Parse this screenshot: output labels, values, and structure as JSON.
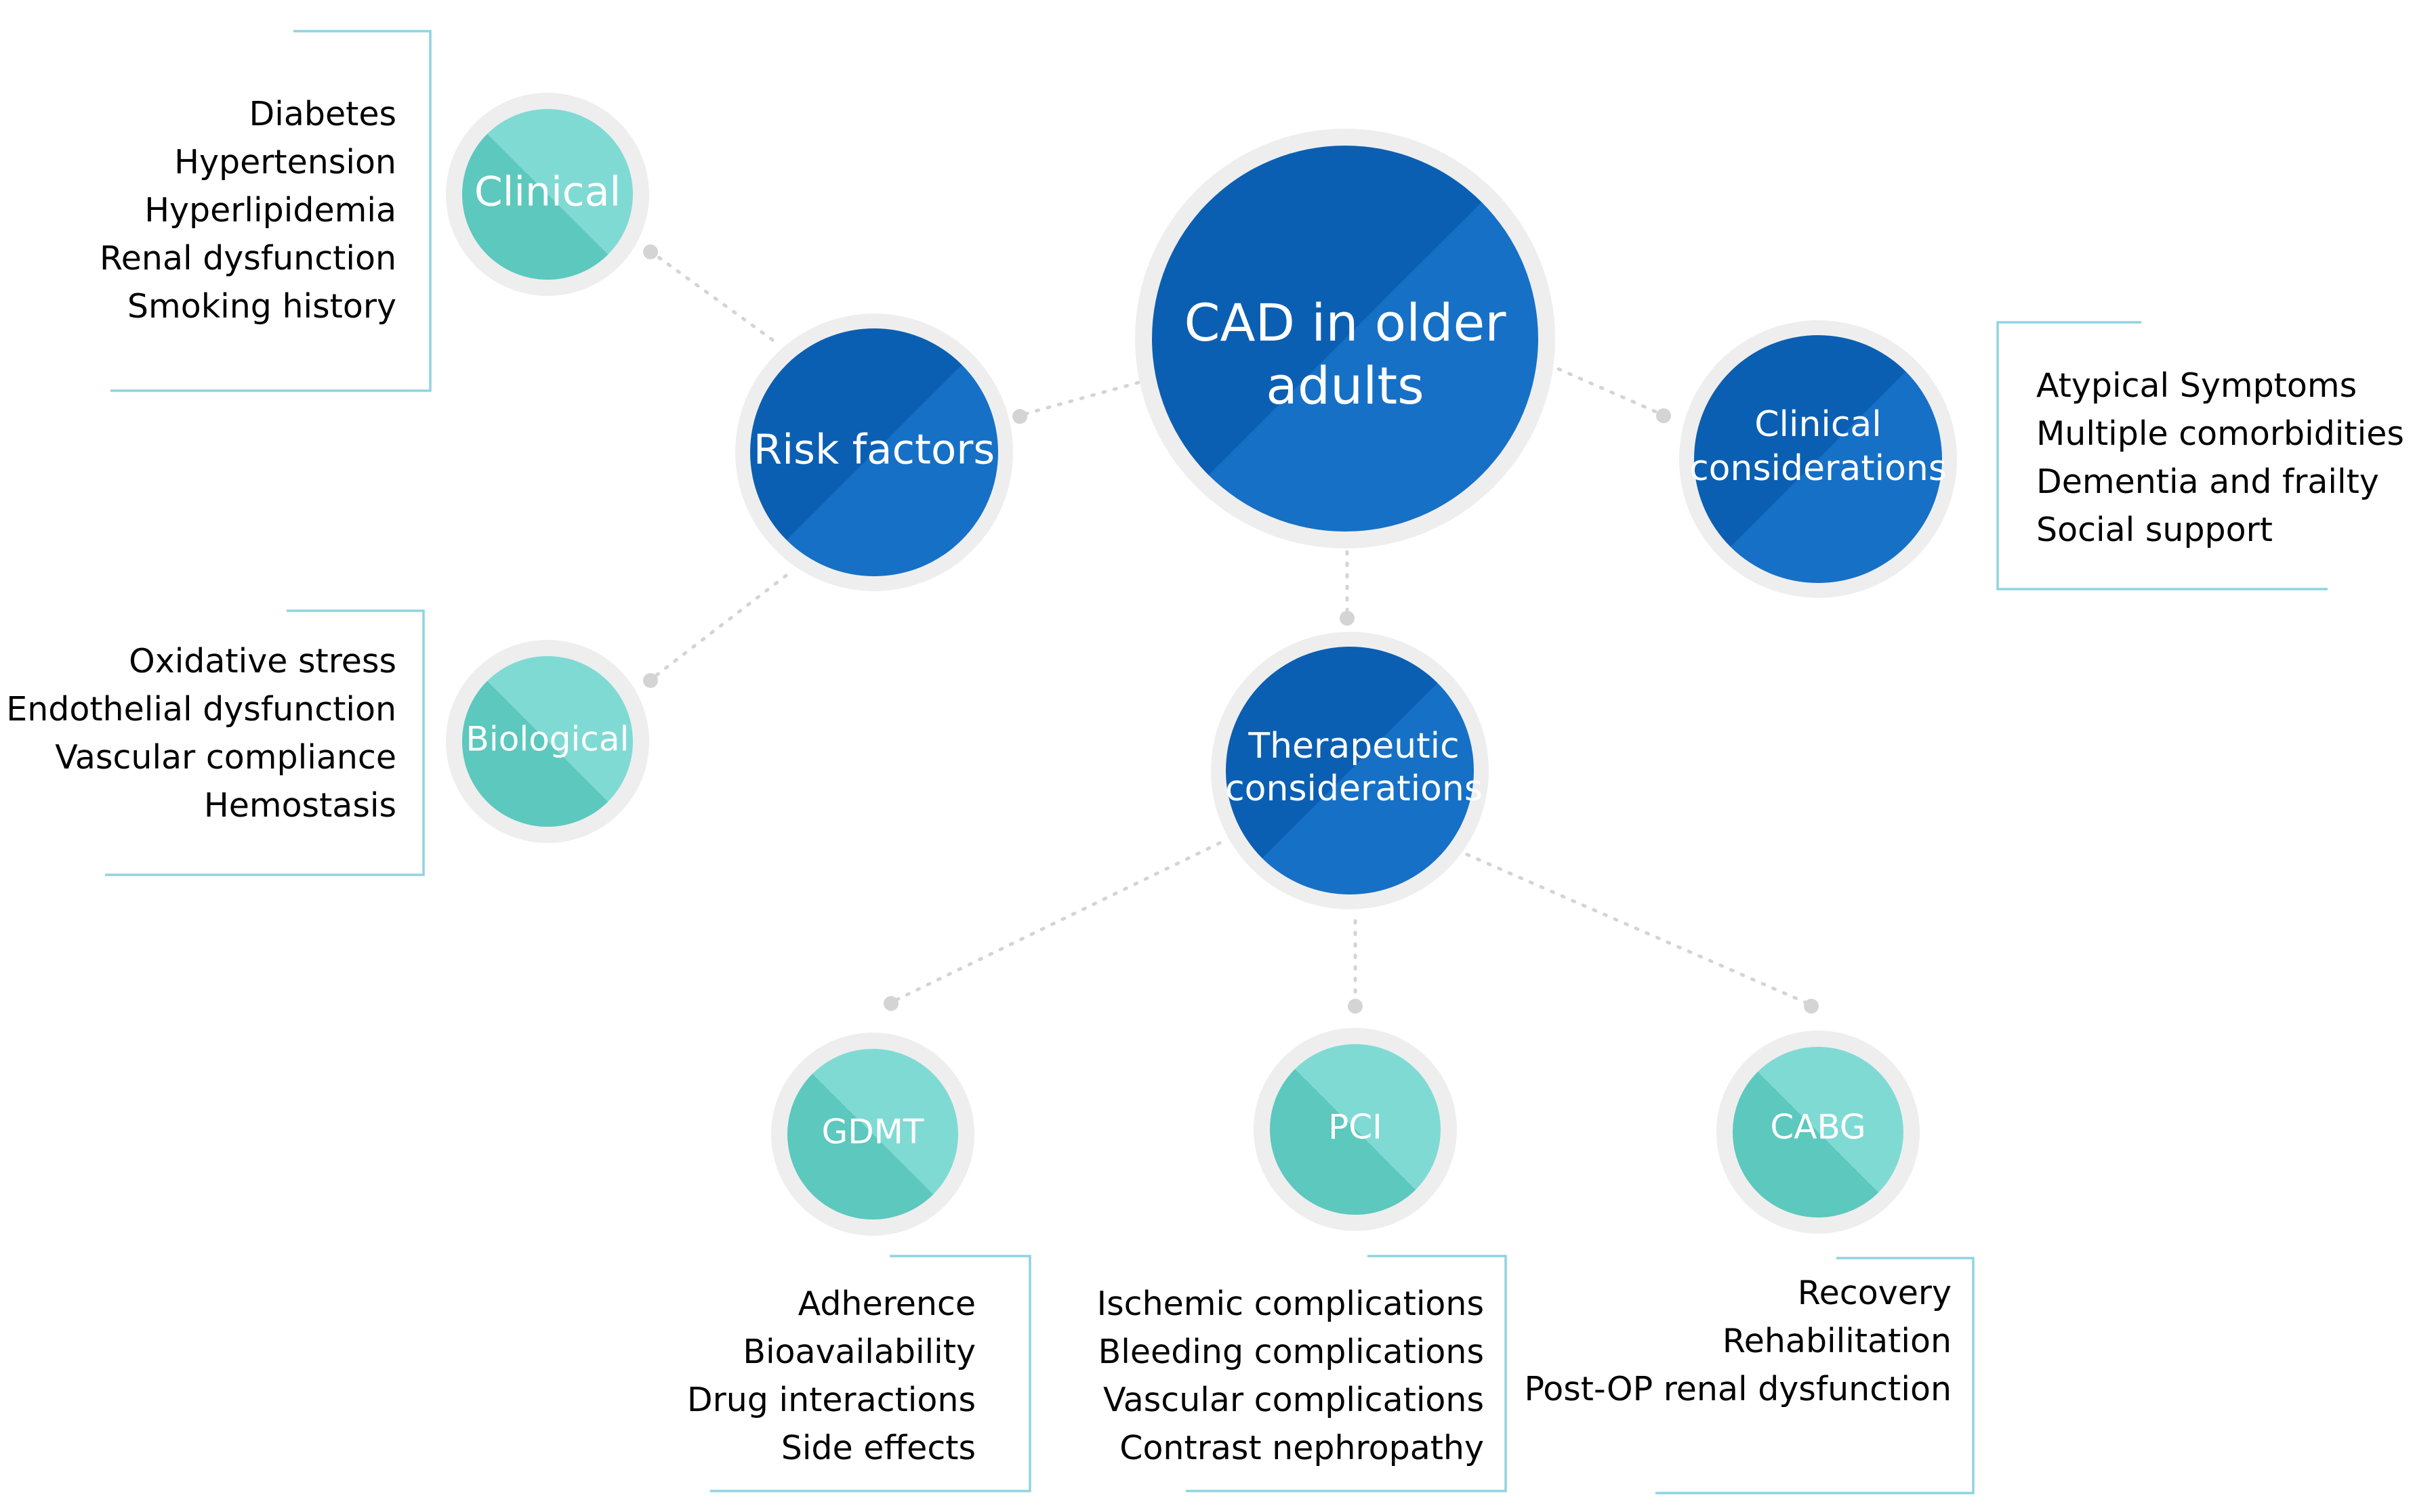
{
  "colors": {
    "dark_blue": "#0b60b4",
    "dark_blue_light": "#1a74c9",
    "teal": "#5fcbc1",
    "teal_light": "#7dd8d2",
    "ring": "#eeeeee",
    "connector": "#d4d4d4",
    "bracket": "#8fd3e0"
  },
  "center": {
    "line1": "CAD in older",
    "line2": "adults"
  },
  "risk_factors": {
    "label": "Risk factors"
  },
  "clinical_considerations": {
    "line1": "Clinical",
    "line2": "considerations"
  },
  "therapeutic_considerations": {
    "line1": "Therapeutic",
    "line2": "considerations"
  },
  "clinical": {
    "label": "Clinical",
    "items": [
      "Diabetes",
      "Hypertension",
      "Hyperlipidemia",
      "Renal dysfunction",
      "Smoking history"
    ]
  },
  "biological": {
    "label": "Biological",
    "items": [
      "Oxidative stress",
      "Endothelial dysfunction",
      "Vascular compliance",
      "Hemostasis"
    ]
  },
  "clinical_considerations_list": {
    "items": [
      "Atypical Symptoms",
      "Multiple comorbidities",
      "Dementia and frailty",
      "Social support"
    ]
  },
  "gdmt": {
    "label": "GDMT",
    "items": [
      "Adherence",
      "Bioavailability",
      "Drug interactions",
      "Side effects"
    ]
  },
  "pci": {
    "label": "PCI",
    "items": [
      "Ischemic complications",
      "Bleeding complications",
      "Vascular complications",
      "Contrast nephropathy"
    ]
  },
  "cabg": {
    "label": "CABG",
    "items": [
      "Recovery",
      "Rehabilitation",
      "Post-OP renal dysfunction"
    ]
  }
}
